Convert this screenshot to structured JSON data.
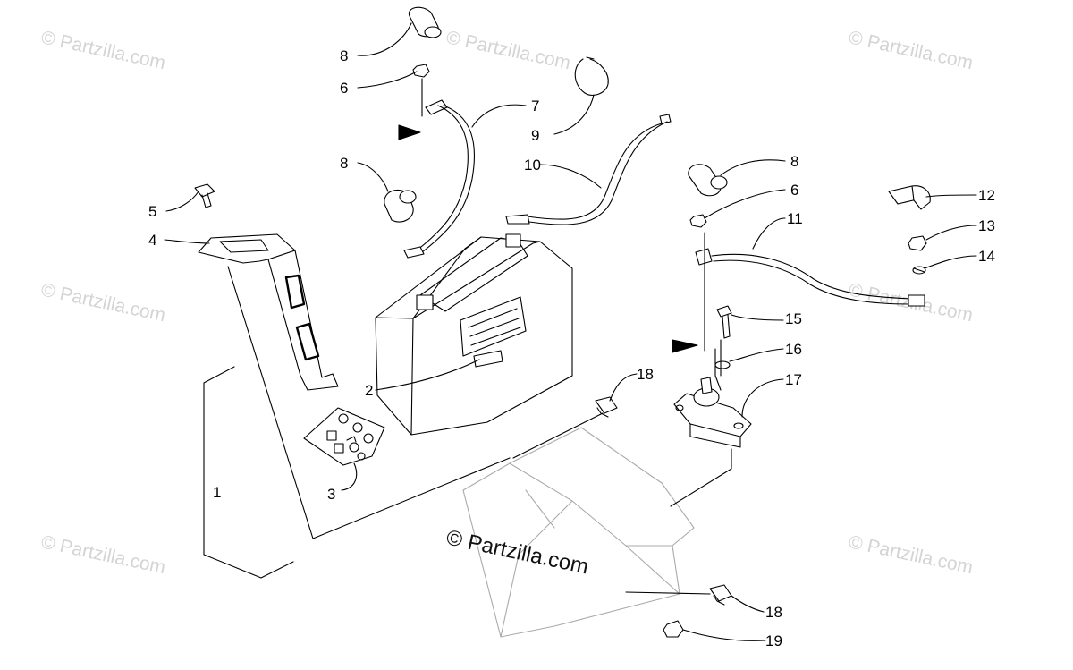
{
  "watermark": {
    "repeat_text": "© Partzilla.com",
    "center_text": "© Partzilla.com"
  },
  "callouts": {
    "c1": "1",
    "c2": "2",
    "c3": "3",
    "c4": "4",
    "c5": "5",
    "c6a": "6",
    "c6b": "6",
    "c7": "7",
    "c8a": "8",
    "c8b": "8",
    "c8c": "8",
    "c9": "9",
    "c10": "10",
    "c11": "11",
    "c12": "12",
    "c13": "13",
    "c14": "14",
    "c15": "15",
    "c16": "16",
    "c17": "17",
    "c18a": "18",
    "c18b": "18",
    "c19": "19"
  }
}
